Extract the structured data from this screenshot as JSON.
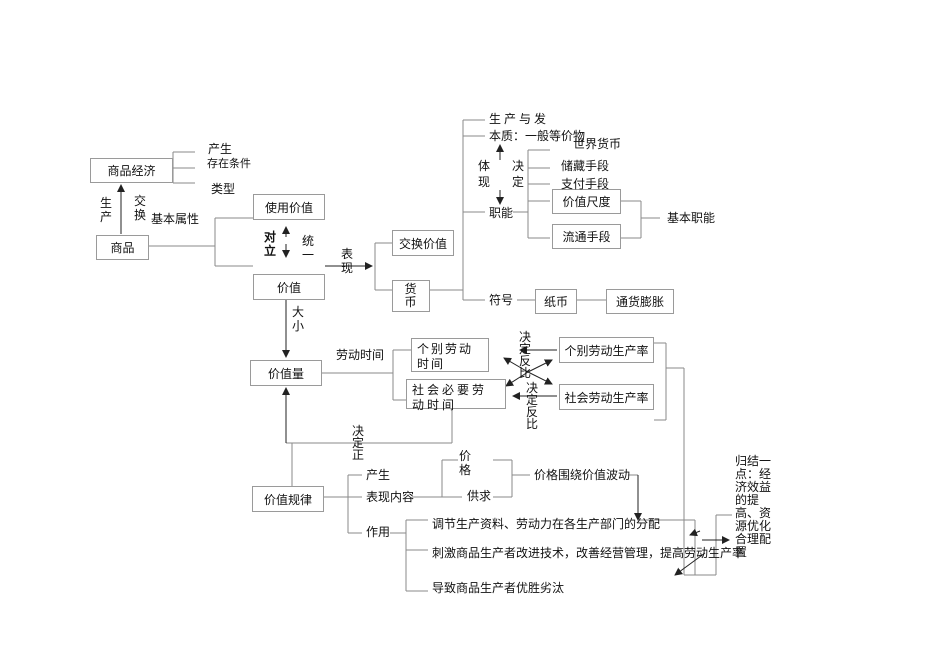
{
  "boxes": {
    "commodity_economy": "商品经济",
    "commodity": "商品",
    "use_value": "使用价值",
    "value": "价值",
    "exchange_value": "交换价值",
    "money": "货币",
    "paper_money": "纸币",
    "inflation": "通货膨胀",
    "value_measure": "价值尺度",
    "circulation_means": "流通手段",
    "individual_labor_time": "个别劳动时间",
    "social_labor_time": "社会必要劳动时间",
    "individual_productivity": "个别劳动生产率",
    "social_productivity": "社会劳动生产率",
    "value_quantity": "价值量",
    "value_law": "价值规律"
  },
  "labels": {
    "emerge": "产生",
    "conditions": "存在条件",
    "types": "类型",
    "production": "生产",
    "exchange": "交换",
    "basic_attributes": "基本属性",
    "opposite": "对立",
    "unity": "统一",
    "expression": "表现",
    "magnitude": "大小",
    "produce_develop": "生产与发",
    "essence": "本质：一般等价物",
    "world_money": "世界货币",
    "embody": "体现",
    "determine": "决定",
    "hoarding": "储藏手段",
    "payment": "支付手段",
    "functions": "职能",
    "basic_functions": "基本职能",
    "symbol": "符号",
    "labor_time": "劳动时间",
    "det_inverse_1": "决定反比",
    "det_inverse_2": "决定反比",
    "det_positive": "决定正",
    "law_emerge": "产生",
    "content": "表现内容",
    "law_effect": "作用",
    "price": "价格",
    "supply_demand": "供求",
    "price_fluctuation": "价格围绕价值波动",
    "effect_1": "调节生产资料、劳动力在各生产部门的分配",
    "effect_2": "刺激商品生产者改进技术，改善经营管理，提高劳动生产率",
    "effect_3": "导致商品生产者优胜劣汰",
    "conclusion": "归结一点：经济效益的提高、资源优化合理配置"
  }
}
